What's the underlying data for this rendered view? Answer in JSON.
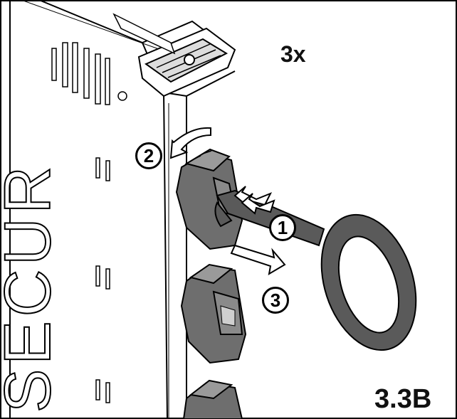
{
  "figure": {
    "quantity_label": "3x",
    "figure_id": "3.3B",
    "brand_text": "SECUR",
    "steps": [
      {
        "number": "1",
        "action": "press-in"
      },
      {
        "number": "2",
        "action": "rotate"
      },
      {
        "number": "3",
        "action": "pull-out"
      }
    ]
  },
  "colors": {
    "key_fill": "#5a5a5a",
    "fuse_fill": "#6e6e6e",
    "line": "#000000",
    "background": "#ffffff"
  }
}
